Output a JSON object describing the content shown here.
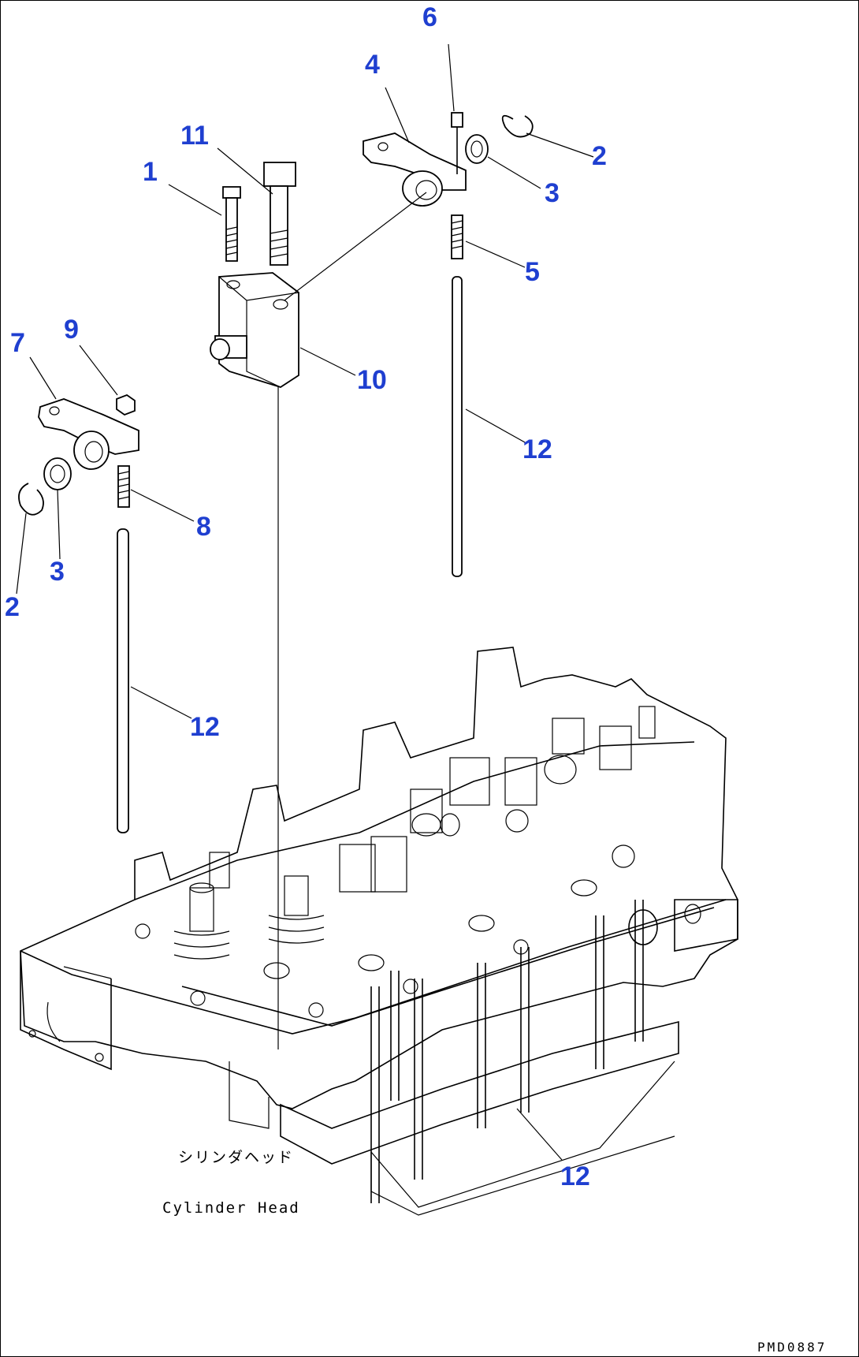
{
  "callouts": [
    {
      "id": "c1",
      "label": "1"
    },
    {
      "id": "c11",
      "label": "11"
    },
    {
      "id": "c6",
      "label": "6"
    },
    {
      "id": "c4",
      "label": "4"
    },
    {
      "id": "c2a",
      "label": "2"
    },
    {
      "id": "c3a",
      "label": "3"
    },
    {
      "id": "c5",
      "label": "5"
    },
    {
      "id": "c10",
      "label": "10"
    },
    {
      "id": "c12a",
      "label": "12"
    },
    {
      "id": "c7",
      "label": "7"
    },
    {
      "id": "c9",
      "label": "9"
    },
    {
      "id": "c8",
      "label": "8"
    },
    {
      "id": "c3b",
      "label": "3"
    },
    {
      "id": "c2b",
      "label": "2"
    },
    {
      "id": "c12b",
      "label": "12"
    },
    {
      "id": "c12c",
      "label": "12"
    }
  ],
  "caption": {
    "japanese": "シリンダヘッド",
    "english": "Cylinder Head"
  },
  "drawing_id": "PMD0887",
  "colors": {
    "callout": "#1f3fd0",
    "line": "#000000",
    "background": "#ffffff"
  }
}
